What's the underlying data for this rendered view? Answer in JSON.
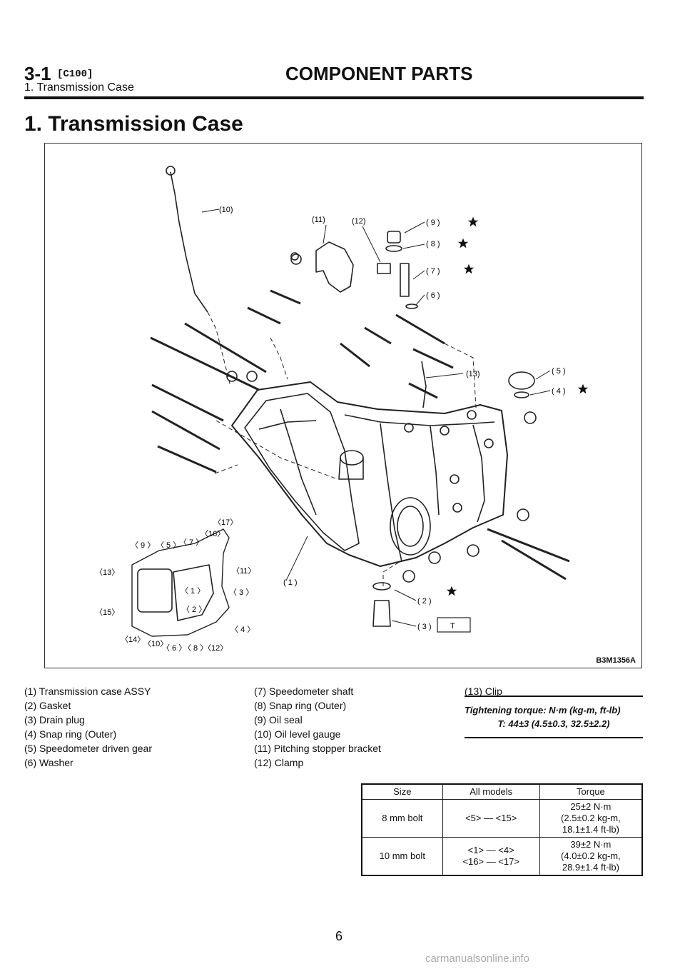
{
  "header": {
    "section": "3-1",
    "code": "[C100]",
    "title": "COMPONENT PARTS",
    "subtitle": "1. Transmission Case"
  },
  "page_heading": "1. Transmission Case",
  "figure": {
    "id": "B3M1356A",
    "callouts": {
      "c10": "(10)",
      "c11": "(11)",
      "c12": "(12)",
      "c9": "( 9 )",
      "c8": "( 8 )",
      "c7": "( 7 )",
      "c6": "( 6 )",
      "c13": "(13)",
      "c5": "( 5 )",
      "c4": "( 4 )",
      "c1": "( 1 )",
      "c2": "( 2 )",
      "c3": "( 3 )",
      "t": "T"
    },
    "bolt_callouts": {
      "b9": "〈 9 〉",
      "b5": "〈 5 〉",
      "b7": "〈 7 〉",
      "b16": "〈16〉",
      "b17": "〈17〉",
      "b13": "〈13〉",
      "b11": "〈11〉",
      "b1": "〈 1 〉",
      "b3": "〈 3 〉",
      "b15": "〈15〉",
      "b2": "〈 2 〉",
      "b4": "〈 4 〉",
      "b14": "〈14〉",
      "b10": "〈10〉",
      "b6": "〈 6 〉",
      "b8": "〈 8 〉",
      "b12": "〈12〉"
    }
  },
  "legend": {
    "col1": [
      "(1) Transmission case ASSY",
      "(2) Gasket",
      "(3) Drain plug",
      "(4) Snap ring (Outer)",
      "(5) Speedometer driven gear",
      "(6) Washer"
    ],
    "col2": [
      "(7) Speedometer shaft",
      "(8) Snap ring (Outer)",
      "(9) Oil seal",
      "(10) Oil level gauge",
      "(11) Pitching stopper bracket",
      "(12) Clamp"
    ],
    "col3": [
      "(13) Clip"
    ]
  },
  "torque": {
    "title": "Tightening torque: N·m (kg-m, ft-lb)",
    "value": "T: 44±3 (4.5±0.3, 32.5±2.2)"
  },
  "torque_table": {
    "headers": [
      "Size",
      "All models",
      "Torque"
    ],
    "rows": [
      {
        "size": "8 mm bolt",
        "models": [
          "<5> — <15>"
        ],
        "torque": [
          "25±2 N·m",
          "(2.5±0.2 kg-m,",
          "18.1±1.4 ft-lb)"
        ]
      },
      {
        "size": "10 mm bolt",
        "models": [
          "<1> — <4>",
          "<16> — <17>"
        ],
        "torque": [
          "39±2 N·m",
          "(4.0±0.2 kg-m,",
          "28.9±1.4 ft-lb)"
        ]
      }
    ]
  },
  "page_number": "6",
  "watermark": "carmanualsonline.info"
}
